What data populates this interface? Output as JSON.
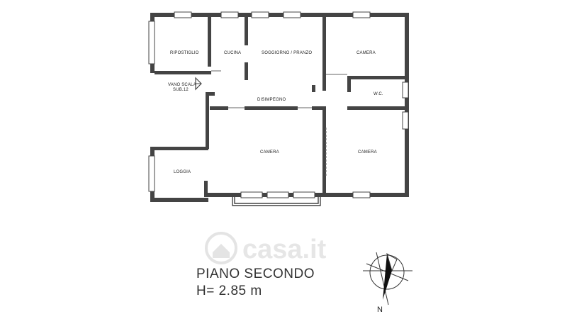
{
  "rooms": {
    "ripostiglio": "RIPOSTIGLIO",
    "cucina": "CUCINA",
    "soggiorno": "SOGGIORNO / PRANZO",
    "camera_top_right": "CAMERA",
    "wc": "W.C.",
    "disimpegno": "DISIMPEGNO",
    "camera_center": "CAMERA",
    "camera_right": "CAMERA",
    "loggia": "LOGGIA"
  },
  "stair": {
    "line1": "VANO SCALA",
    "line2": "SUB.12"
  },
  "title": {
    "floor": "PIANO SECONDO",
    "height": "H= 2.85 m"
  },
  "compass": {
    "north_label": "N"
  },
  "watermark": {
    "text": "casa.it"
  },
  "colors": {
    "wall": "#3a3a3a",
    "background": "#ffffff",
    "watermark": "#e6e6e6"
  }
}
